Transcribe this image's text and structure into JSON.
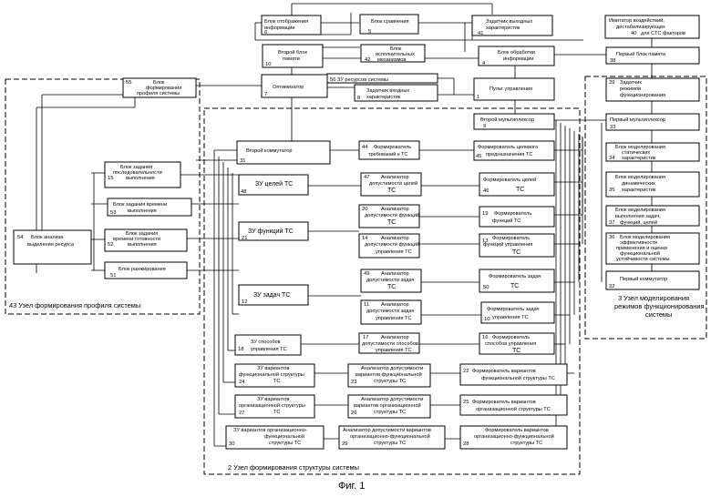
{
  "figure_caption": "Фиг. 1",
  "zones": {
    "z43": "43 Узел формирования профиля системы",
    "z3a": "3 Узел моделирования",
    "z3b": "режимов функционирования",
    "z3c": "системы",
    "z2": "2 Узел формирования структуры системы"
  },
  "blocks": {
    "b6": {
      "l1": "Блок отображения",
      "l2": "информации",
      "num": "6"
    },
    "b5": {
      "l1": "Блок сравнения",
      "num": "5"
    },
    "b41": {
      "l1": "Задатчик выходных",
      "l2": "характеристик",
      "num": "41"
    },
    "b40": {
      "l1": "Имитатор воздействий,",
      "l2": "дестабилизирующих",
      "l3": "для СТС факторов",
      "num": "40"
    },
    "b10": {
      "l1": "Второй блок",
      "l2": "памяти",
      "num": "10"
    },
    "b42": {
      "l1": "Блок",
      "l2": "исполнительных",
      "l3": "механизмов",
      "num": "42"
    },
    "b4": {
      "l1": "Блок обработки",
      "l2": "информации",
      "num": "4"
    },
    "b38": {
      "l1": "Первый блок памяти",
      "num": "38"
    },
    "b55": {
      "l1": "Блок",
      "l2": "формирования",
      "l3": "профиля системы",
      "num": "55"
    },
    "b56": {
      "l1": "ЗУ ресурсов системы",
      "num": "56"
    },
    "b7": {
      "l1": "Оптимизатор",
      "num": "7"
    },
    "b8": {
      "l1": "Задатчик входных",
      "l2": "характеристик",
      "num": "8"
    },
    "b1": {
      "l1": "Пульт управления",
      "num": "1"
    },
    "b39": {
      "l1": "Задатчик",
      "l2": "режимов",
      "l3": "функционирования",
      "num": "39"
    },
    "b9": {
      "l1": "Второй мультиплексор",
      "num": "9"
    },
    "b33": {
      "l1": "Первый мультиплексор",
      "num": "33"
    },
    "b31": {
      "l1": "Второй коммутатор",
      "num": "31"
    },
    "b44": {
      "l1": "Формирователь",
      "l2": "требований к ТС",
      "num": "44"
    },
    "b45": {
      "l1": "Формирователь целевого",
      "l2": "предназначения ТС",
      "num": "45"
    },
    "b34": {
      "l1": "Блок моделирования",
      "l2": "статических",
      "l3": "характеристик",
      "num": "34"
    },
    "b15": {
      "l1": "Блок задания",
      "l2": "последовательности",
      "l3": "выполнения",
      "num": "15"
    },
    "b47": {
      "l1": "Анализатор",
      "l2": "допустимости целей",
      "l3": "ТС",
      "num": "47"
    },
    "b46": {
      "l1": "Формирователь целей",
      "l2": "ТС",
      "num": "46"
    },
    "b35": {
      "l1": "Блок моделирования",
      "l2": "динамических",
      "l3": "характеристик",
      "num": "35"
    },
    "b48": {
      "l1": "ЗУ целей ТС",
      "num": "48"
    },
    "b53": {
      "l1": "Блок задания времени",
      "l2": "выполнения",
      "num": "53"
    },
    "b20": {
      "l1": "Анализатор",
      "l2": "допустимости функций",
      "l3": "ТС",
      "num": "20"
    },
    "b19": {
      "l1": "Формирователь",
      "l2": "функций ТС",
      "num": "19"
    },
    "b37": {
      "l1": "Блок моделирования",
      "l2": "выполнения задач,",
      "l3": "функций, целей",
      "num": "37"
    },
    "b54": {
      "l1": "Блок анализа",
      "l2": "выделения ресурса",
      "num": "54"
    },
    "b21": {
      "l1": "ЗУ функций ТС",
      "num": "21"
    },
    "b52": {
      "l1": "Блок задания",
      "l2": "времени готовности",
      "l3": "выполнения",
      "num": "52"
    },
    "b14": {
      "l1": "Анализатор",
      "l2": "допустимости функций",
      "l3": "управления ТС",
      "num": "14"
    },
    "b13": {
      "l1": "Формирователь",
      "l2": "функций управления",
      "l3": "ТС",
      "num": "13"
    },
    "b36": {
      "l1": "Блок моделирования",
      "l2": "эффективности",
      "l3": "применения и оценки",
      "l4": "функциональной",
      "l5": "устойчивости системы",
      "num": "36"
    },
    "b51": {
      "l1": "Блок ранжирования",
      "num": "51"
    },
    "b32": {
      "l1": "Первый коммутатор",
      "num": "32"
    },
    "b49": {
      "l1": "Анализатор",
      "l2": "допустимости задач",
      "l3": "ТС",
      "num": "49"
    },
    "b50": {
      "l1": "Формирователь задач",
      "l2": "ТС",
      "num": "50"
    },
    "b12": {
      "l1": "ЗУ  задач ТС",
      "num": "12"
    },
    "b11": {
      "l1": "Анализатор",
      "l2": "допустимости задач",
      "l3": "управления ТС",
      "num": "11"
    },
    "b10b": {
      "l1": "Формирователь задач",
      "l2": "управления ТС",
      "num": "10"
    },
    "b18": {
      "l1": "ЗУ  способов",
      "l2": "управления ТС",
      "num": "18"
    },
    "b17": {
      "l1": "Анализатор",
      "l2": "допустимости способов",
      "l3": "управления ТС",
      "num": "17"
    },
    "b16": {
      "l1": "Формирователь",
      "l2": "способов управления",
      "l3": "ТС",
      "num": "16"
    },
    "b24": {
      "l1": "ЗУ вариантов",
      "l2": "функциональной структуры",
      "l3": "ТС",
      "num": "24"
    },
    "b23": {
      "l1": "Анализатор допустимости",
      "l2": "вариантов функциональной",
      "l3": "структуры ТС",
      "num": "23"
    },
    "b22": {
      "l1": "Формирователь вариантов",
      "l2": "функциональной структуры ТС",
      "num": "22"
    },
    "b27": {
      "l1": "ЗУ вариантов",
      "l2": "организационной структуры",
      "l3": "ТС",
      "num": "27"
    },
    "b26": {
      "l1": "Анализатор допустимости",
      "l2": "вариантов организационной",
      "l3": "структуры ТС",
      "num": "26"
    },
    "b25": {
      "l1": "Формирователь вариантов",
      "l2": "организационной структуры ТС",
      "num": "25"
    },
    "b30": {
      "l1": "ЗУ вариантов организационно-",
      "l2": "функциональной",
      "l3": "структуры ТС",
      "num": "30"
    },
    "b29": {
      "l1": "Анализатор допустимости вариантов",
      "l2": "организационно-функциональной",
      "l3": "структуры ТС",
      "num": "29"
    },
    "b28": {
      "l1": "Формирователь вариантов",
      "l2": "организационно-функциональной",
      "l3": "структуры ТС",
      "num": "28"
    }
  }
}
